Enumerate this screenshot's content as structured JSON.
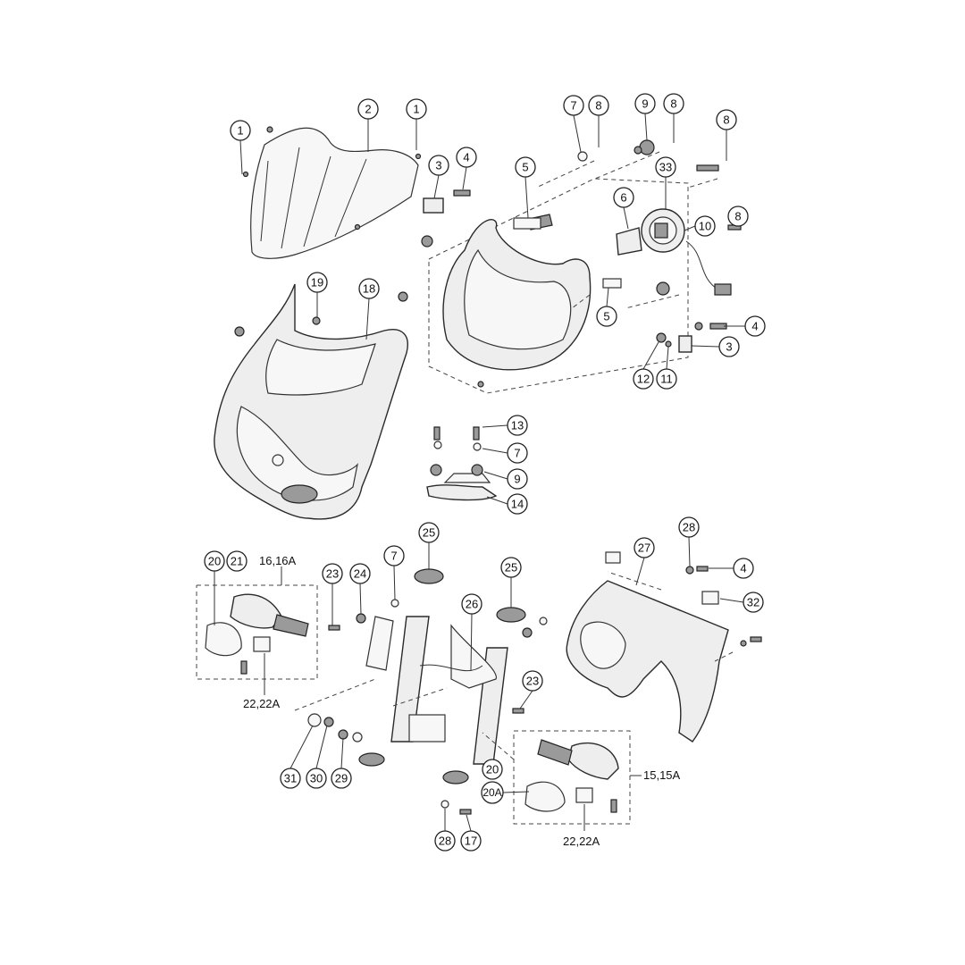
{
  "callouts": [
    "1",
    "2",
    "1",
    "3",
    "4",
    "5",
    "7",
    "8",
    "9",
    "8",
    "8",
    "33",
    "6",
    "10",
    "8",
    "5",
    "4",
    "3",
    "12",
    "11",
    "19",
    "18",
    "13",
    "7",
    "9",
    "14",
    "20",
    "21",
    "25",
    "7",
    "23",
    "24",
    "26",
    "25",
    "28",
    "27",
    "4",
    "32",
    "23",
    "31",
    "30",
    "29",
    "20",
    "20A",
    "28",
    "17"
  ],
  "labels": [
    "16,16A",
    "22,22A",
    "15,15A",
    "22,22A"
  ]
}
